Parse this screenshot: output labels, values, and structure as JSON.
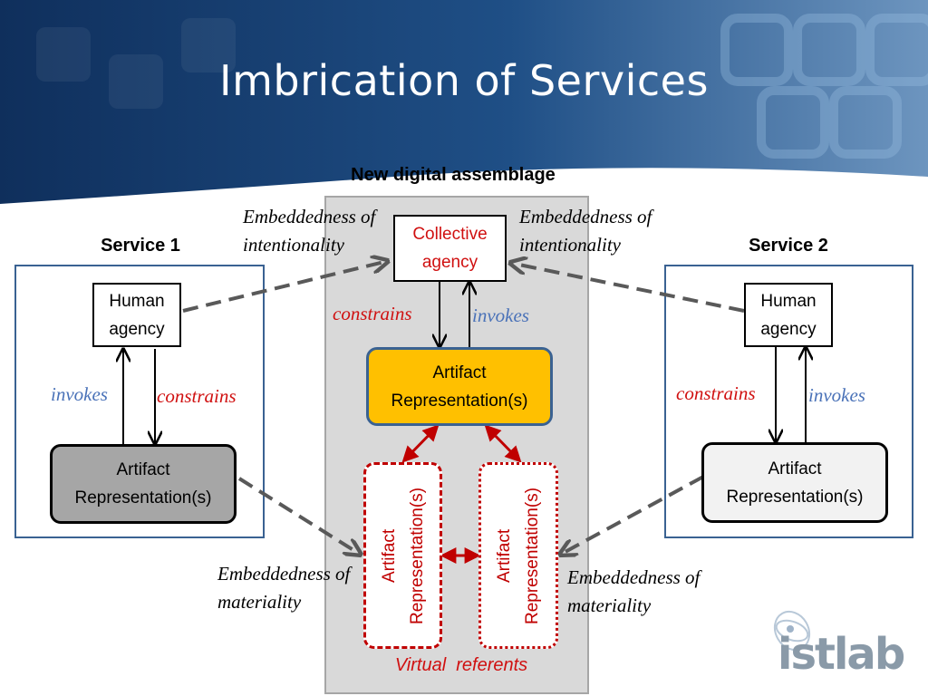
{
  "slide": {
    "title": "Imbrication of Services",
    "assemblage_title": "New digital assemblage"
  },
  "service1": {
    "label": "Service 1",
    "human_agency": "Human agency",
    "artifact": "Artifact Representation(s)",
    "invokes": "invokes",
    "constrains": "constrains"
  },
  "service2": {
    "label": "Service 2",
    "human_agency": "Human agency",
    "artifact": "Artifact Representation(s)",
    "invokes": "invokes",
    "constrains": "constrains"
  },
  "center": {
    "collective_agency": "Collective agency",
    "artifact": "Artifact Representation(s)",
    "constrains": "constrains",
    "invokes": "invokes",
    "virtual_artifact_left": "Artifact Representation(s)",
    "virtual_artifact_right": "Artifact Representation(s)",
    "virtual_referents": "Virtual  referents"
  },
  "annotations": {
    "intentionality_left": "Embeddedness of intentionality",
    "intentionality_right": "Embeddedness of intentionality",
    "materiality_left": "Embeddedness of materiality",
    "materiality_right": "Embeddedness of materiality"
  },
  "logo": {
    "text": "istlab"
  },
  "colors": {
    "banner": "#1d4a7d",
    "assemblage_bg": "#d9d9d9",
    "central_artifact": "#ffc000",
    "service1_artifact": "#a6a6a6",
    "service2_artifact": "#f2f2f2",
    "red": "#c00000",
    "blue": "#4a72b8"
  }
}
